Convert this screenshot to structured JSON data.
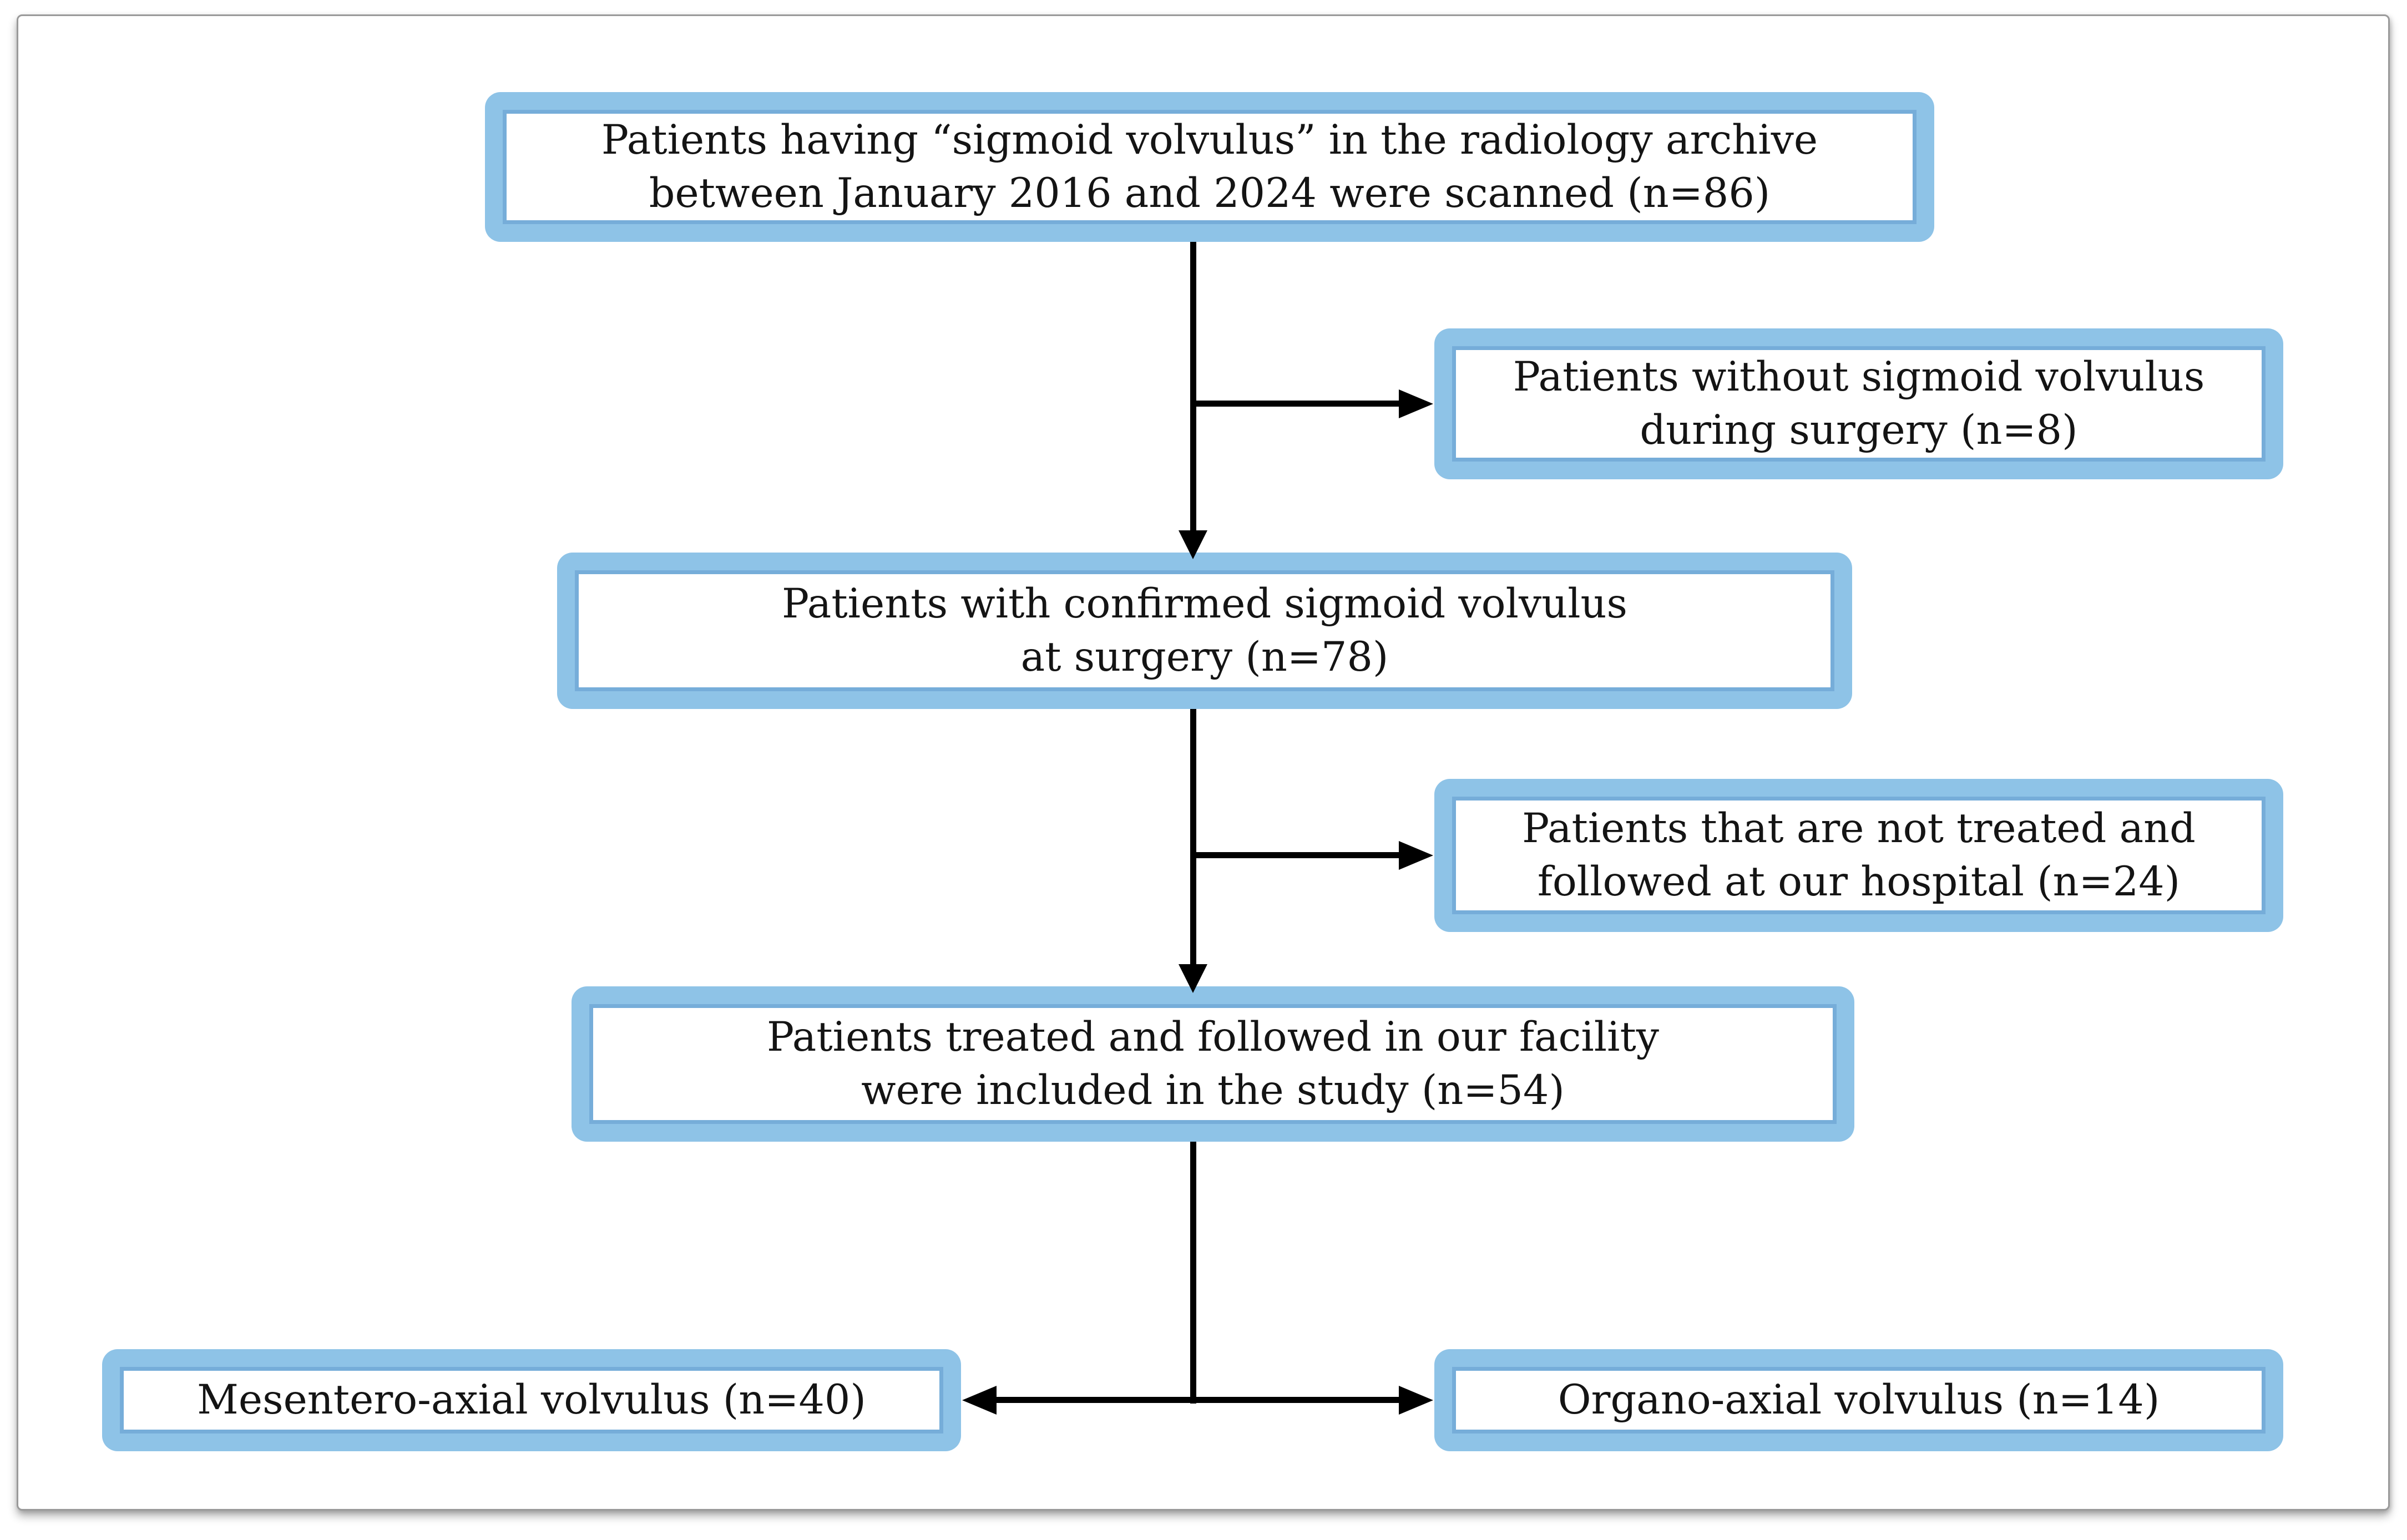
{
  "boxes": {
    "archive": {
      "line1": "Patients having “sigmoid volvulus” in the radiology archive",
      "line2": "between January 2016 and 2024 were scanned (n=86)"
    },
    "excluded_surgery": {
      "line1": "Patients without sigmoid volvulus",
      "line2": "during surgery (n=8)"
    },
    "confirmed": {
      "line1": "Patients with confirmed sigmoid volvulus",
      "line2": "at surgery (n=78)"
    },
    "excluded_followup": {
      "line1": "Patients that are not treated and",
      "line2": "followed at our hospital (n=24)"
    },
    "included": {
      "line1": "Patients treated and followed in our facility",
      "line2": "were included in the study (n=54)"
    },
    "mesentero": {
      "line1": "Mesentero-axial volvulus (n=40)"
    },
    "organo": {
      "line1": "Organo-axial volvulus (n=14)"
    }
  },
  "arrows": [
    {
      "from": "archive",
      "to": "confirmed",
      "direction": "down"
    },
    {
      "from": "archive",
      "to": "excluded_surgery",
      "direction": "branch-right"
    },
    {
      "from": "confirmed",
      "to": "included",
      "direction": "down"
    },
    {
      "from": "confirmed",
      "to": "excluded_followup",
      "direction": "branch-right"
    },
    {
      "from": "included",
      "to": "mesentero",
      "direction": "split-left"
    },
    {
      "from": "included",
      "to": "organo",
      "direction": "split-right"
    }
  ],
  "colors": {
    "box_border": "#8EC3E7",
    "box_border_inner": "#76ADD9",
    "box_background": "#FFFFFF",
    "arrow": "#000000",
    "text": "#141414",
    "frame_border": "#9A9A9A",
    "page_background": "#FFFFFF"
  }
}
